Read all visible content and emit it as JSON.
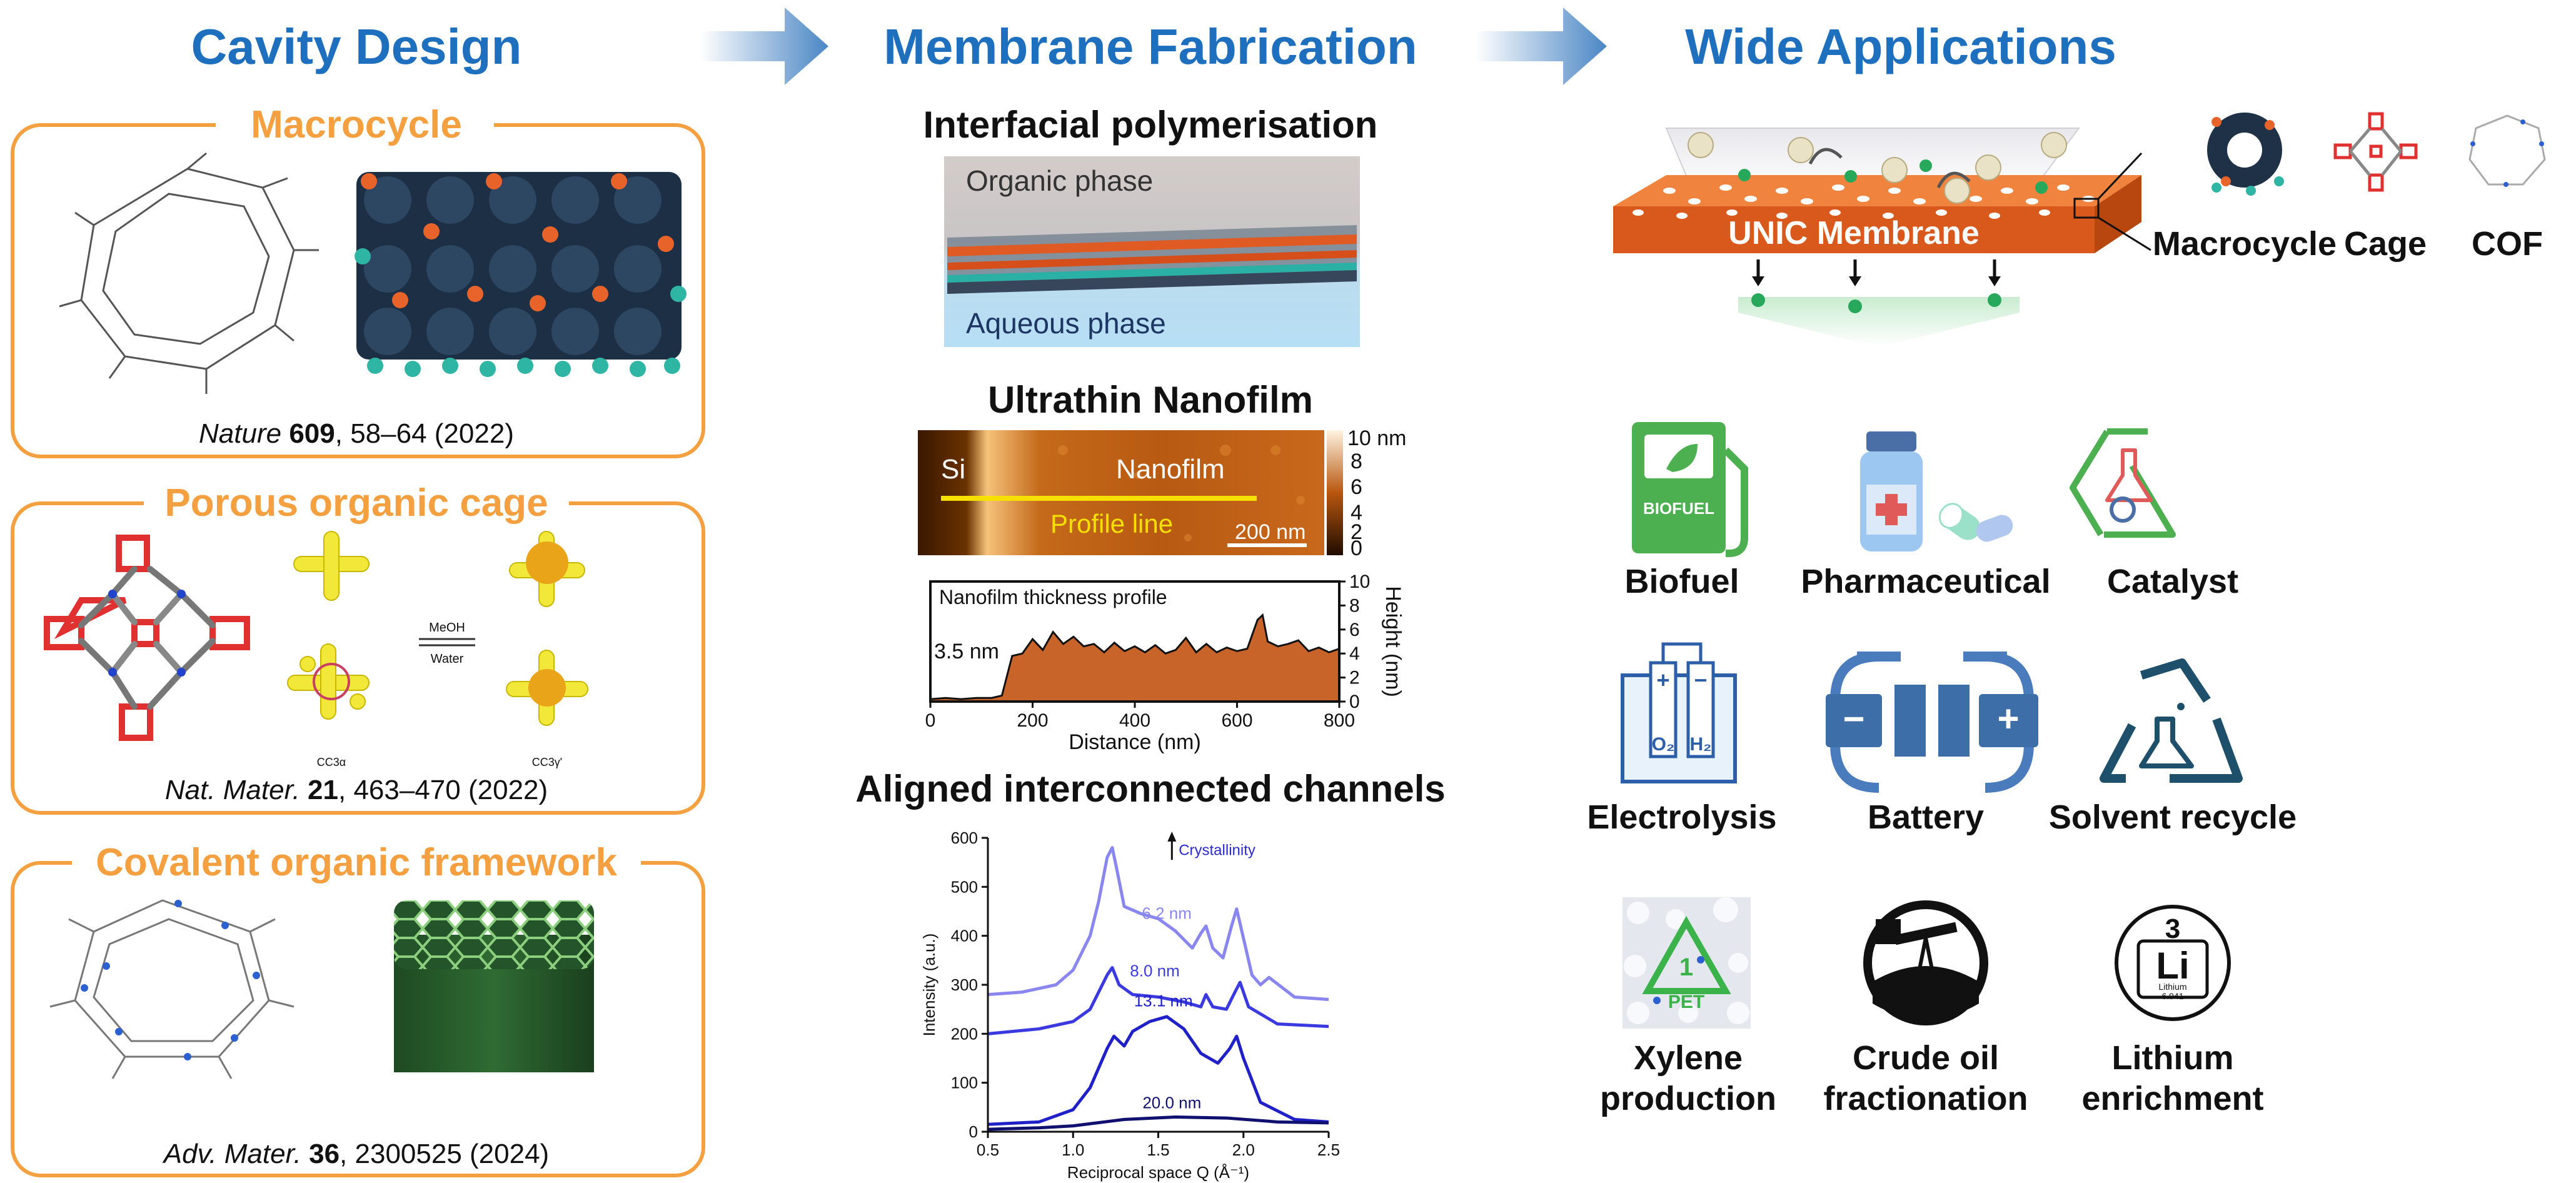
{
  "headers": {
    "cavity_design": "Cavity Design",
    "membrane_fabrication": "Membrane Fabrication",
    "wide_applications": "Wide Applications"
  },
  "cavity": {
    "macrocycle": {
      "title": "Macrocycle",
      "cite_journal": "Nature",
      "cite_volume": "609",
      "cite_rest": ", 58–64 (2022)"
    },
    "cage": {
      "title": "Porous organic cage",
      "cite_journal": "Nat. Mater.",
      "cite_volume": "21",
      "cite_rest": ", 463–470 (2022)",
      "solvent_top": "MeOH",
      "solvent_bottom": "Water",
      "label_left": "CC3α",
      "label_right": "CC3γ'"
    },
    "cof": {
      "title": "Covalent organic framework",
      "cite_journal": "Adv. Mater.",
      "cite_volume": "36",
      "cite_rest": ", 2300525 (2024)"
    }
  },
  "fabrication": {
    "ip_title": "Interfacial polymerisation",
    "organic_phase": "Organic phase",
    "aqueous_phase": "Aqueous phase",
    "nanofilm_title": "Ultrathin Nanofilm",
    "afm": {
      "si": "Si",
      "nanofilm": "Nanofilm",
      "profile_line": "Profile line",
      "scale": "200 nm",
      "colorbar_ticks": [
        "10 nm",
        "8",
        "6",
        "4",
        "2",
        "0"
      ]
    },
    "channels_title": "Aligned interconnected channels"
  },
  "applications": {
    "membrane_label": "UNIC Membrane",
    "materials": [
      "Macrocycle",
      "Cage",
      "COF"
    ],
    "items": {
      "biofuel": "Biofuel",
      "biofuel_badge": "BIOFUEL",
      "pharmaceutical": "Pharmaceutical",
      "catalyst": "Catalyst",
      "electrolysis": "Electrolysis",
      "electrolysis_plus": "+",
      "electrolysis_minus": "−",
      "electrolysis_o2": "O₂",
      "electrolysis_h2": "H₂",
      "battery": "Battery",
      "battery_minus": "−",
      "battery_plus": "+",
      "solvent_recycle": "Solvent recycle",
      "xylene_1": "Xylene",
      "xylene_2": "production",
      "pet_number": "1",
      "pet_text": "PET",
      "crude_1": "Crude oil",
      "crude_2": "fractionation",
      "lithium_1": "Lithium",
      "lithium_2": "enrichment",
      "li_number": "3",
      "li_symbol": "Li",
      "li_name": "Lithium",
      "li_mass": "6.941"
    }
  },
  "chart_data": [
    {
      "type": "area",
      "title": "Nanofilm thickness profile",
      "xlabel": "Distance (nm)",
      "ylabel": "Height (nm)",
      "xlim": [
        0,
        800
      ],
      "ylim": [
        0,
        10
      ],
      "xticks": [
        0,
        200,
        400,
        600,
        800
      ],
      "yticks": [
        0,
        2,
        4,
        6,
        8,
        10
      ],
      "annotation": "3.5 nm",
      "x": [
        0,
        30,
        60,
        90,
        120,
        140,
        160,
        180,
        200,
        220,
        240,
        260,
        280,
        300,
        320,
        340,
        360,
        380,
        400,
        420,
        440,
        460,
        480,
        500,
        520,
        540,
        560,
        580,
        600,
        620,
        640,
        650,
        660,
        680,
        700,
        720,
        740,
        760,
        780,
        800
      ],
      "y": [
        0.2,
        0.3,
        0.2,
        0.3,
        0.3,
        0.5,
        3.8,
        4.0,
        5.2,
        4.3,
        5.8,
        4.8,
        5.4,
        4.6,
        4.8,
        4.1,
        4.9,
        4.2,
        4.6,
        4.1,
        4.7,
        4.0,
        4.3,
        5.3,
        4.1,
        4.8,
        4.1,
        4.5,
        4.2,
        4.4,
        6.8,
        7.2,
        5.0,
        4.6,
        4.8,
        5.1,
        4.2,
        4.5,
        4.1,
        4.4
      ]
    },
    {
      "type": "line",
      "xlabel": "Reciprocal space Q (Å⁻¹)",
      "ylabel": "Intensity (a.u.)",
      "xlim": [
        0.5,
        2.5
      ],
      "ylim": [
        0,
        600
      ],
      "xticks": [
        0.5,
        1.0,
        1.5,
        2.0,
        2.5
      ],
      "yticks": [
        0,
        100,
        200,
        300,
        400,
        500,
        600
      ],
      "annotation": "Crystallinity",
      "series": [
        {
          "name": "6.2 nm",
          "color": "#8a86f0",
          "x": [
            0.5,
            0.7,
            0.9,
            1.0,
            1.1,
            1.15,
            1.2,
            1.23,
            1.26,
            1.3,
            1.4,
            1.5,
            1.6,
            1.7,
            1.75,
            1.78,
            1.82,
            1.88,
            1.93,
            1.96,
            2.0,
            2.05,
            2.1,
            2.15,
            2.3,
            2.5
          ],
          "y": [
            280,
            285,
            300,
            330,
            400,
            470,
            560,
            580,
            530,
            460,
            445,
            435,
            410,
            375,
            405,
            420,
            375,
            355,
            420,
            455,
            395,
            320,
            300,
            315,
            275,
            270
          ]
        },
        {
          "name": "8.0 nm",
          "color": "#3a3ae0",
          "x": [
            0.5,
            0.8,
            1.0,
            1.1,
            1.2,
            1.23,
            1.27,
            1.35,
            1.5,
            1.65,
            1.75,
            1.78,
            1.82,
            1.9,
            1.95,
            1.98,
            2.03,
            2.2,
            2.5
          ],
          "y": [
            200,
            210,
            225,
            250,
            320,
            335,
            300,
            280,
            275,
            265,
            255,
            280,
            255,
            250,
            285,
            305,
            255,
            220,
            215
          ]
        },
        {
          "name": "13.1 nm",
          "color": "#2020c8",
          "x": [
            0.5,
            0.8,
            1.0,
            1.1,
            1.2,
            1.24,
            1.3,
            1.35,
            1.45,
            1.55,
            1.65,
            1.75,
            1.85,
            1.92,
            1.96,
            2.0,
            2.1,
            2.3,
            2.5
          ],
          "y": [
            15,
            20,
            45,
            90,
            170,
            195,
            175,
            205,
            225,
            235,
            210,
            160,
            140,
            170,
            195,
            150,
            60,
            25,
            20
          ]
        },
        {
          "name": "20.0 nm",
          "color": "#101070",
          "x": [
            0.5,
            0.8,
            1.0,
            1.3,
            1.6,
            1.9,
            2.2,
            2.5
          ],
          "y": [
            5,
            8,
            12,
            25,
            30,
            28,
            20,
            18
          ]
        }
      ]
    }
  ],
  "colors": {
    "header_blue": "#1f6fbf",
    "accent_orange": "#f5a040",
    "membrane_orange": "#e0621f",
    "icon_green": "#4caf50",
    "icon_blue": "#3d6ea8"
  }
}
